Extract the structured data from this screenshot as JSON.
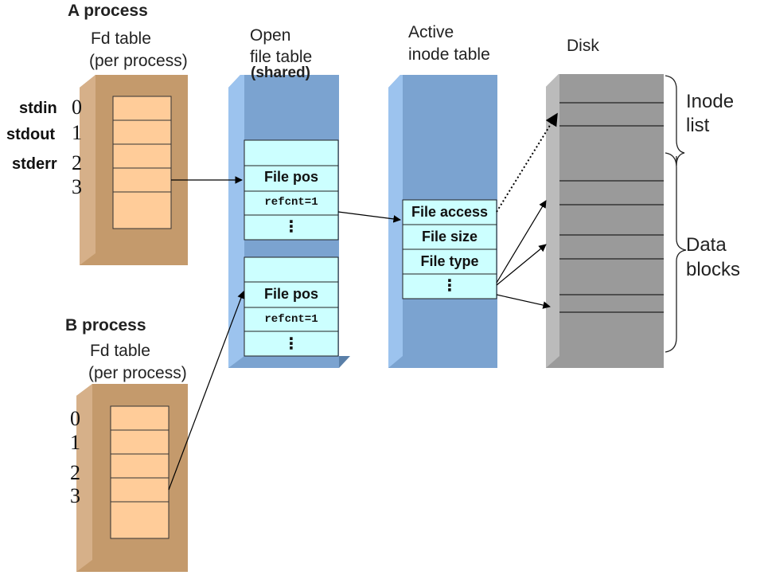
{
  "process_a": {
    "title": "A process",
    "fd_table_label": [
      "Fd table",
      "(per process)"
    ],
    "fd_indices": [
      "0",
      "1",
      "2",
      "3"
    ],
    "std_labels": [
      "stdin",
      "stdout",
      "stderr"
    ]
  },
  "process_b": {
    "title": "B process",
    "fd_table_label": [
      "Fd table",
      "(per process)"
    ],
    "fd_indices": [
      "0",
      "1",
      "2",
      "3"
    ]
  },
  "open_file_table": {
    "label": [
      "Open",
      "file table",
      "(shared)"
    ],
    "entries": [
      {
        "file_pos": "File pos",
        "refcnt": "refcnt=1",
        "more": "⋮"
      },
      {
        "file_pos": "File pos",
        "refcnt": "refcnt=1",
        "more": "⋮"
      }
    ]
  },
  "inode_table": {
    "label": [
      "Active",
      "inode table"
    ],
    "rows": [
      "File access",
      "File size",
      "File type",
      "⋮"
    ]
  },
  "disk": {
    "label": "Disk",
    "inode_list_label": [
      "Inode",
      "list"
    ],
    "data_blocks_label": [
      "Data",
      "blocks"
    ]
  },
  "colors": {
    "fd_box": "#c49a6c",
    "fd_cell": "#ffcc99",
    "open_table": "#7ba3d0",
    "table_cell": "#ccffff",
    "disk": "#999999"
  }
}
